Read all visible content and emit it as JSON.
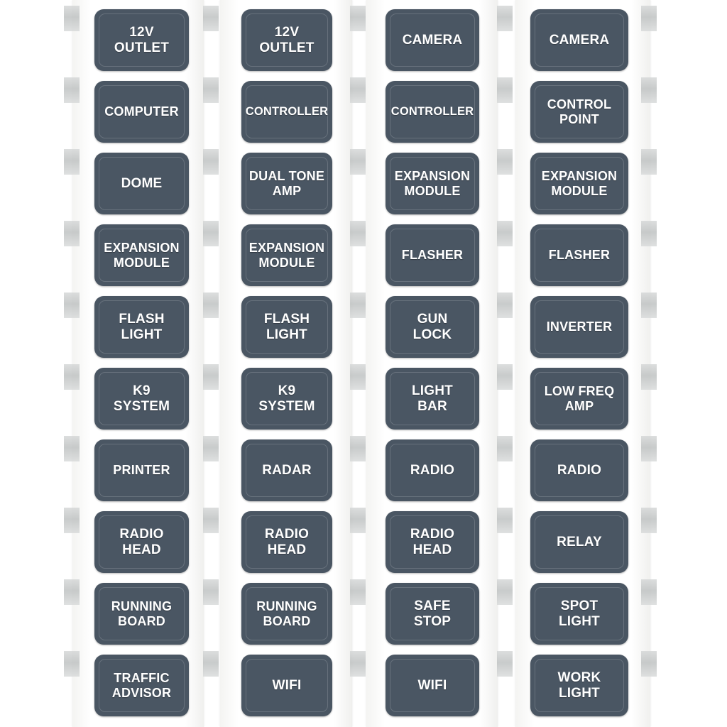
{
  "sheet": {
    "description": "Printed vinyl label sheet — four vertical strips of rocker-switch legend labels",
    "label_background_color": "#4a5663",
    "label_text_color": "#ffffff",
    "paper_color": "#ffffff",
    "sprocket_color": "#c9cbcb",
    "columns_count": 4,
    "rows_count": 10
  },
  "columns": [
    {
      "index": 1,
      "labels": [
        {
          "text": "12V\nOUTLET",
          "lines": 2
        },
        {
          "text": "COMPUTER",
          "lines": 1
        },
        {
          "text": "DOME",
          "lines": 1
        },
        {
          "text": "EXPANSION\nMODULE",
          "lines": 2
        },
        {
          "text": "FLASH\nLIGHT",
          "lines": 2
        },
        {
          "text": "K9\nSYSTEM",
          "lines": 2
        },
        {
          "text": "PRINTER",
          "lines": 1
        },
        {
          "text": "RADIO\nHEAD",
          "lines": 2
        },
        {
          "text": "RUNNING\nBOARD",
          "lines": 2
        },
        {
          "text": "TRAFFIC\nADVISOR",
          "lines": 2
        }
      ]
    },
    {
      "index": 2,
      "labels": [
        {
          "text": "12V\nOUTLET",
          "lines": 2
        },
        {
          "text": "CONTROLLER",
          "lines": 1
        },
        {
          "text": "DUAL TONE\nAMP",
          "lines": 2
        },
        {
          "text": "EXPANSION\nMODULE",
          "lines": 2
        },
        {
          "text": "FLASH\nLIGHT",
          "lines": 2
        },
        {
          "text": "K9\nSYSTEM",
          "lines": 2
        },
        {
          "text": "RADAR",
          "lines": 1
        },
        {
          "text": "RADIO\nHEAD",
          "lines": 2
        },
        {
          "text": "RUNNING\nBOARD",
          "lines": 2
        },
        {
          "text": "WIFI",
          "lines": 1
        }
      ]
    },
    {
      "index": 3,
      "labels": [
        {
          "text": "CAMERA",
          "lines": 1
        },
        {
          "text": "CONTROLLER",
          "lines": 1
        },
        {
          "text": "EXPANSION\nMODULE",
          "lines": 2
        },
        {
          "text": "FLASHER",
          "lines": 1
        },
        {
          "text": "GUN\nLOCK",
          "lines": 2
        },
        {
          "text": "LIGHT\nBAR",
          "lines": 2
        },
        {
          "text": "RADIO",
          "lines": 1
        },
        {
          "text": "RADIO\nHEAD",
          "lines": 2
        },
        {
          "text": "SAFE\nSTOP",
          "lines": 2
        },
        {
          "text": "WIFI",
          "lines": 1
        }
      ]
    },
    {
      "index": 4,
      "labels": [
        {
          "text": "CAMERA",
          "lines": 1
        },
        {
          "text": "CONTROL\nPOINT",
          "lines": 2
        },
        {
          "text": "EXPANSION\nMODULE",
          "lines": 2
        },
        {
          "text": "FLASHER",
          "lines": 1
        },
        {
          "text": "INVERTER",
          "lines": 1
        },
        {
          "text": "LOW FREQ\nAMP",
          "lines": 2
        },
        {
          "text": "RADIO",
          "lines": 1
        },
        {
          "text": "RELAY",
          "lines": 1
        },
        {
          "text": "SPOT\nLIGHT",
          "lines": 2
        },
        {
          "text": "WORK\nLIGHT",
          "lines": 2
        }
      ]
    }
  ],
  "layout": {
    "strip_lefts": [
      102,
      310,
      516,
      726
    ],
    "strip_widths": [
      185,
      186,
      185,
      190
    ],
    "label_lefts": [
      133,
      340,
      543,
      747
    ],
    "label_widths": [
      133,
      128,
      132,
      138
    ],
    "row_tops": [
      13,
      114,
      215,
      316,
      417,
      518,
      619,
      720,
      821,
      922
    ],
    "label_height": 87,
    "sprocket_lefts": [
      90,
      286,
      493,
      700,
      903
    ],
    "sprocket_tops": [
      8,
      109,
      210,
      311,
      412,
      513,
      614,
      715,
      816,
      917
    ]
  }
}
